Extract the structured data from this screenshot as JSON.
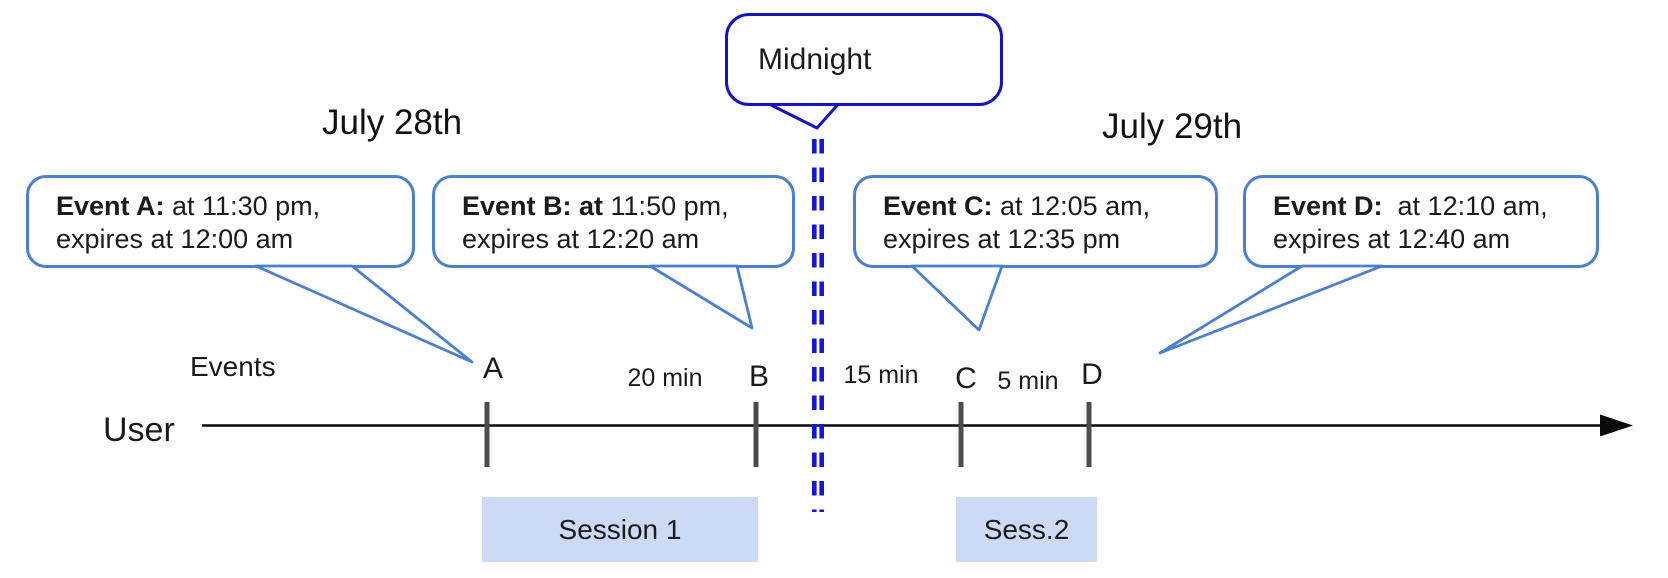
{
  "diagram": {
    "dates": {
      "left": "July 28th",
      "right": "July 29th"
    },
    "midnight_label": "Midnight",
    "axis": {
      "events_label": "Events",
      "user_label": "User"
    },
    "events": [
      {
        "id": "A",
        "bold": "Event A:",
        "rest": " at 11:30 pm,",
        "line2": "expires at 12:00 am"
      },
      {
        "id": "B",
        "bold": "Event B: at",
        "rest": " 11:50 pm,",
        "line2": "expires at 12:20 am"
      },
      {
        "id": "C",
        "bold": "Event C:",
        "rest": " at 12:05 am,",
        "line2": "expires at 12:35 pm"
      },
      {
        "id": "D",
        "bold": "Event D:",
        "rest": "  at 12:10 am,",
        "line2": "expires at 12:40 am"
      }
    ],
    "intervals": [
      {
        "label": "20 min"
      },
      {
        "label": "15 min"
      },
      {
        "label": "5 min"
      }
    ],
    "sessions": [
      {
        "label": "Session 1"
      },
      {
        "label": "Sess.2"
      }
    ],
    "colors": {
      "event_bubble_border": "#4a7fd6",
      "midnight_border": "#1212d0",
      "midnight_dash": "#1515e0",
      "session_fill": "#ccdaf6",
      "tick": "#4c4c4c",
      "timeline": "#0a0a0a"
    }
  }
}
